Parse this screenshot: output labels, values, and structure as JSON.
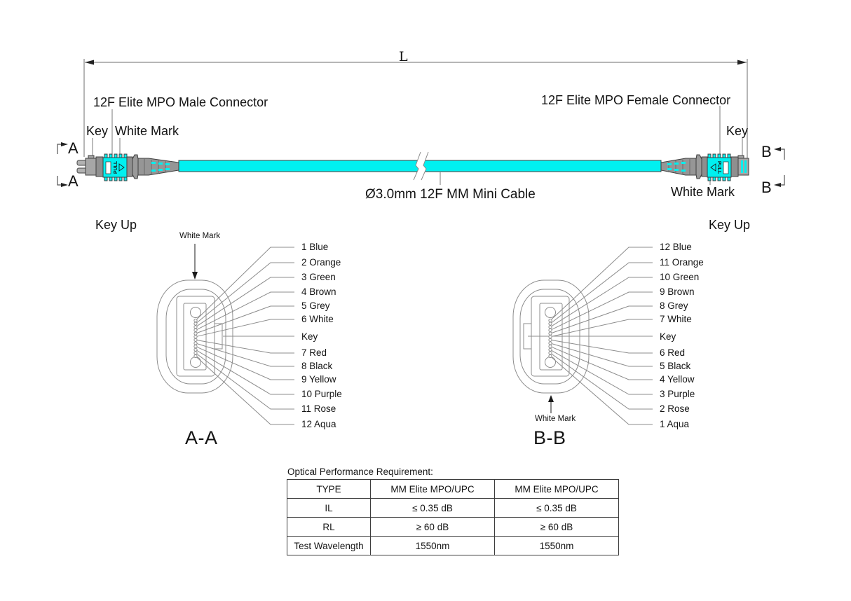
{
  "diagram": {
    "dimension_label": "L",
    "left_connector_label": "12F Elite MPO Male Connector",
    "right_connector_label": "12F Elite MPO Female Connector",
    "left_key_label": "Key",
    "left_white_mark_label": "White Mark",
    "right_key_label": "Key",
    "right_white_mark_label": "White Mark",
    "cable_label": "Ø3.0mm 12F MM Mini Cable",
    "section_a": "A",
    "section_b": "B",
    "pull_label": "PULL"
  },
  "face_views": {
    "left": {
      "key_up": "Key Up",
      "white_mark": "White Mark",
      "title": "A-A",
      "labels": [
        "1 Blue",
        "2 Orange",
        "3 Green",
        "4 Brown",
        "5 Grey",
        "6 White",
        "Key",
        "7 Red",
        "8 Black",
        "9 Yellow",
        "10 Purple",
        "11 Rose",
        "12 Aqua"
      ]
    },
    "right": {
      "key_up": "Key Up",
      "white_mark": "White Mark",
      "title": "B-B",
      "labels": [
        "12 Blue",
        "11 Orange",
        "10 Green",
        "9 Brown",
        "8 Grey",
        "7 White",
        "Key",
        "6 Red",
        "5 Black",
        "4 Yellow",
        "3 Purple",
        "2 Rose",
        "1 Aqua"
      ]
    }
  },
  "table": {
    "title": "Optical Performance Requirement:",
    "rows": [
      [
        "TYPE",
        "MM Elite MPO/UPC",
        "MM Elite MPO/UPC"
      ],
      [
        "IL",
        "≤ 0.35 dB",
        "≤ 0.35 dB"
      ],
      [
        "RL",
        "≥ 60 dB",
        "≥ 60 dB"
      ],
      [
        "Test Wavelength",
        "1550nm",
        "1550nm"
      ]
    ]
  },
  "colors": {
    "cable_cyan": "#00f0f0",
    "connector_grey": "#9a9a9a",
    "line_grey": "#8c8c8c"
  }
}
